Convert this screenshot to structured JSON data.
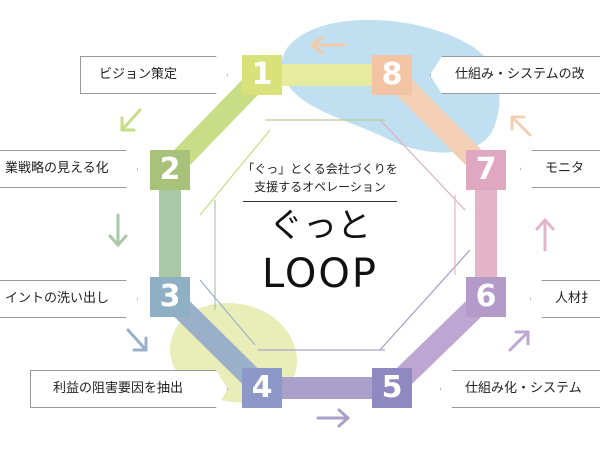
{
  "steps": [
    {
      "num": "1",
      "label": "ビジョン策定"
    },
    {
      "num": "2",
      "label": "業戦略の見える化"
    },
    {
      "num": "3",
      "label": "イントの洗い出し"
    },
    {
      "num": "4",
      "label": "利益の阻害要因を抽出"
    },
    {
      "num": "5",
      "label": "仕組み化・システム"
    },
    {
      "num": "6",
      "label": "人材扌"
    },
    {
      "num": "7",
      "label": "モニタ"
    },
    {
      "num": "8",
      "label": "仕組み・システムの改"
    }
  ],
  "center": {
    "line1": "「ぐっ」とくる会社づくりを",
    "line2": "支援するオペレーション",
    "title": "ぐっと",
    "loop": "LOOP"
  },
  "colors": {
    "seg_top": "#e6eb9e",
    "seg_upper_left": "#c9dc86",
    "seg_left": "#a9c8a6",
    "seg_lower_left": "#9ab0c9",
    "seg_bottom": "#a9a1c9",
    "seg_lower_right": "#bda6d2",
    "seg_right": "#e4b5c8",
    "seg_upper_right": "#f3cfb6",
    "node_1": "#d9e27a",
    "node_2": "#a8c27a",
    "node_3": "#8fb0c4",
    "node_4": "#8c98c8",
    "node_5": "#9088c0",
    "node_6": "#b39ac8",
    "node_7": "#e0a8c0",
    "node_8": "#f2c4a4",
    "blob_blue": "#8cc6e6",
    "blob_yellow": "#dfe59a"
  }
}
